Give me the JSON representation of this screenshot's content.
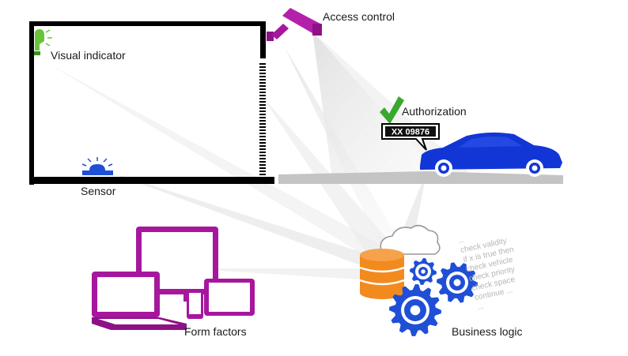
{
  "labels": {
    "access_control": "Access control",
    "visual_indicator": "Visual indicator",
    "authorization": "Authorization",
    "sensor": "Sensor",
    "form_factors": "Form factors",
    "business_logic": "Business logic"
  },
  "license_plate": "XX 09876",
  "logic_lines": [
    "...",
    "check validity",
    "if x is true then",
    "check vehicle",
    "check priority",
    "check space",
    "continue ...",
    "..."
  ],
  "colors": {
    "magenta": "#a6179e",
    "car_blue": "#1236d6",
    "gear_blue": "#1f4fd6",
    "db_orange": "#f28a1e",
    "indicator_green": "#6ac43a",
    "check_green": "#3aa82e"
  },
  "icons": [
    "camera-icon",
    "lightbulb-icon",
    "siren-icon",
    "checkmark-icon",
    "car-icon",
    "cloud-icon",
    "database-icon",
    "gear-icon",
    "monitor-icon",
    "laptop-icon",
    "tablet-icon",
    "phone-icon"
  ]
}
